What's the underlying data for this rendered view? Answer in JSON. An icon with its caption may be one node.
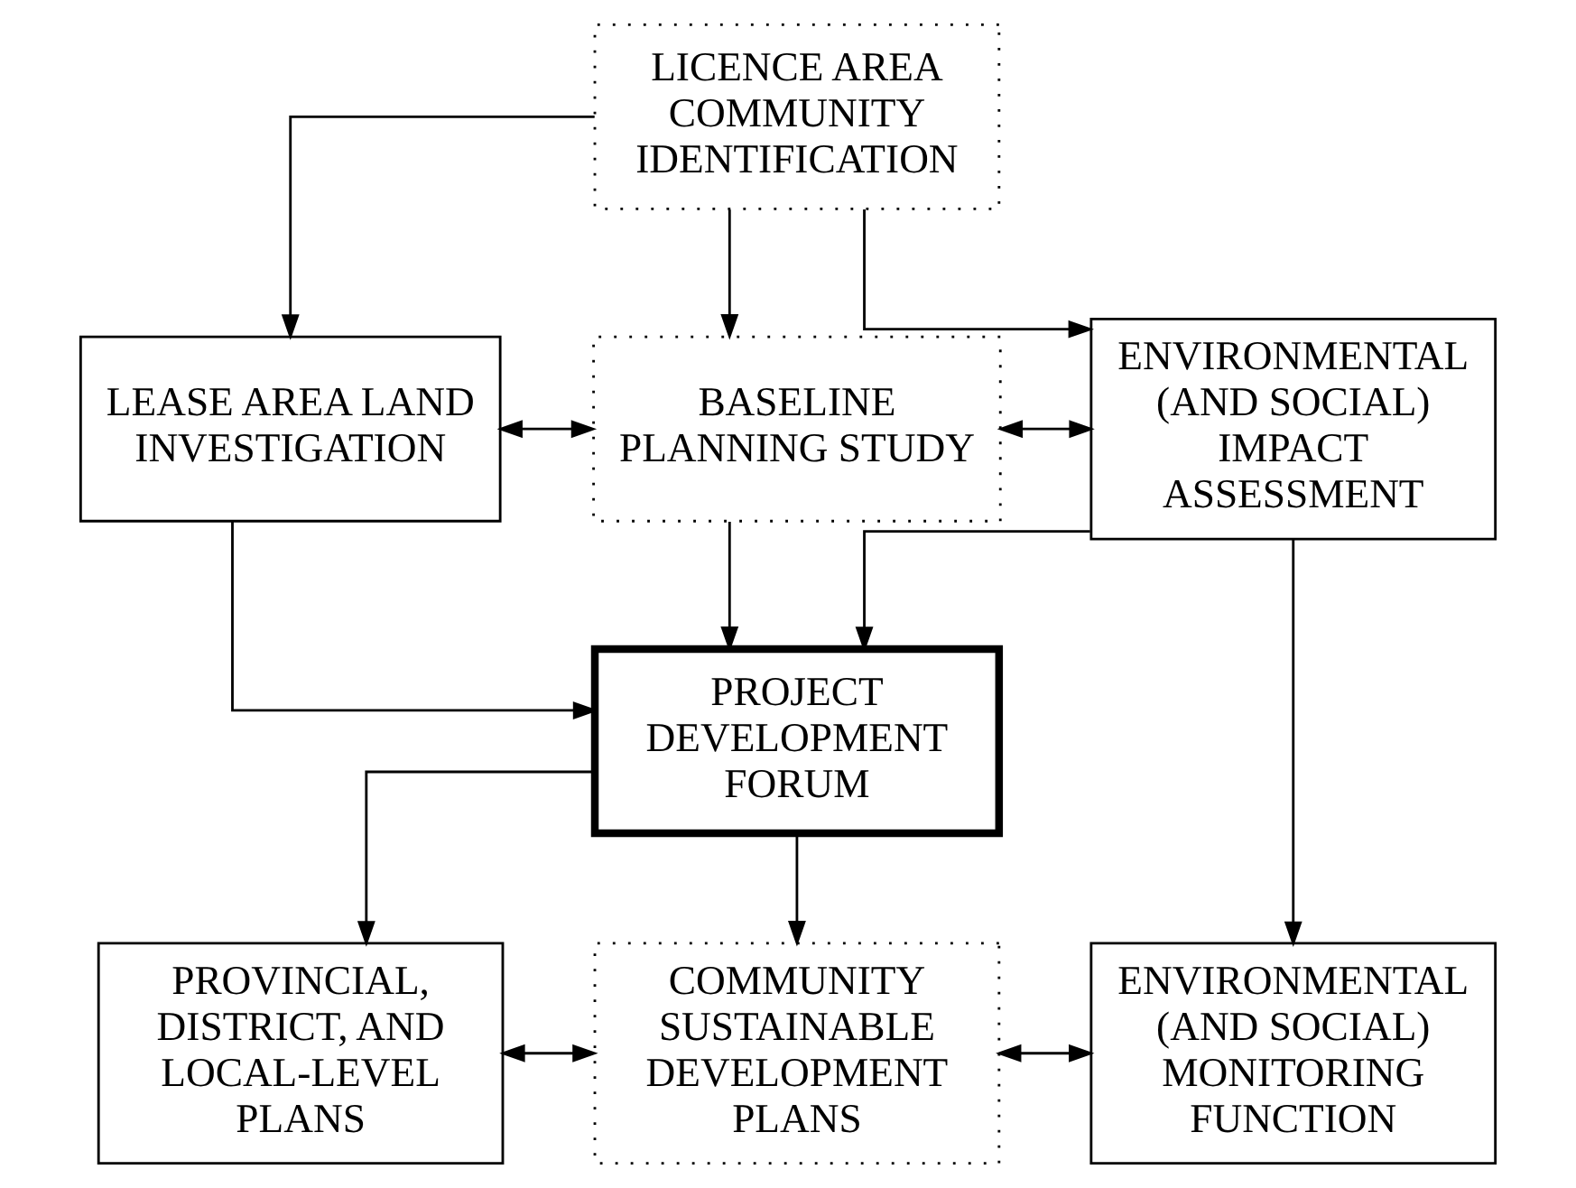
{
  "diagram": {
    "nodes": [
      {
        "text": [
          "LICENCE AREA COMMUNITY IDENTIFICATION"
        ]
      },
      {
        "text": [
          "LEASE AREA LAND INVESTIGATION"
        ]
      },
      {
        "text": [
          "BASELINE PLANNING STUDY"
        ]
      },
      {
        "text": [
          "ENVIRONMENTAL (AND SOCIAL) IMPACT ASSESSMENT"
        ]
      },
      {
        "text": [
          "PROJECT DEVELOPMENT FORUM"
        ]
      },
      {
        "text": [
          "PROVINCIAL, DISTRICT, AND LOCAL-LEVEL PLANS"
        ]
      },
      {
        "text": [
          "COMMUNITY SUSTAINABLE DEVELOPMENT PLANS"
        ]
      },
      {
        "text": [
          "ENVIRONMENTAL (AND SOCIAL) MONITORING FUNCTION"
        ]
      }
    ],
    "edges": [
      {
        "from": 0,
        "to": 1,
        "arrow": "to"
      },
      {
        "from": 0,
        "to": 2,
        "arrow": "to"
      },
      {
        "from": 0,
        "to": 3,
        "arrow": "to"
      },
      {
        "from": 1,
        "to": 2,
        "arrow": "both"
      },
      {
        "from": 2,
        "to": 3,
        "arrow": "both"
      },
      {
        "from": 2,
        "to": 4,
        "arrow": "to"
      },
      {
        "from": 1,
        "to": 4,
        "arrow": "to"
      },
      {
        "from": 3,
        "to": 4,
        "arrow": "to"
      },
      {
        "from": 3,
        "to": 7,
        "arrow": "to"
      },
      {
        "from": 4,
        "to": 5,
        "arrow": "to"
      },
      {
        "from": 4,
        "to": 6,
        "arrow": "to"
      },
      {
        "from": 5,
        "to": 6,
        "arrow": "both"
      },
      {
        "from": 6,
        "to": 7,
        "arrow": "both"
      }
    ]
  }
}
